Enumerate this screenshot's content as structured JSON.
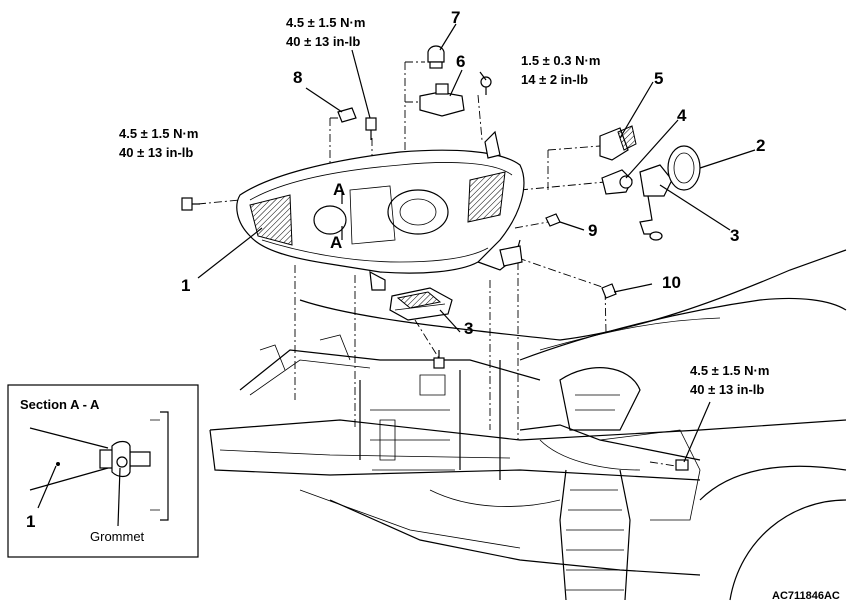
{
  "labels": {
    "c1": "1",
    "c2": "2",
    "c3a": "3",
    "c3b": "3",
    "c4": "4",
    "c5": "5",
    "c6": "6",
    "c7": "7",
    "c8": "8",
    "c9": "9",
    "c10": "10",
    "section_a_upper": "A",
    "section_a_lower": "A",
    "inset_1": "1"
  },
  "torques": {
    "t_top_nm": "4.5 ± 1.5 N·m",
    "t_top_inlb": "40 ± 13 in-lb",
    "t_left_nm": "4.5 ± 1.5 N·m",
    "t_left_inlb": "40 ± 13 in-lb",
    "t_small_nm": "1.5 ± 0.3 N·m",
    "t_small_inlb": "14 ± 2 in-lb",
    "t_right_nm": "4.5 ± 1.5 N·m",
    "t_right_inlb": "40 ± 13 in-lb"
  },
  "inset": {
    "title": "Section A - A",
    "grommet": "Grommet"
  },
  "figure_code": "AC711846AC"
}
